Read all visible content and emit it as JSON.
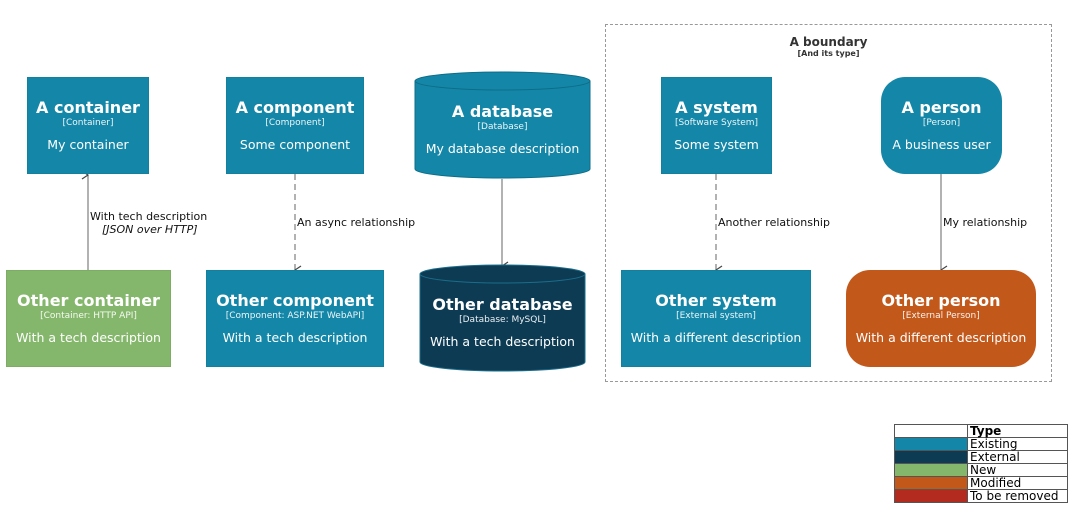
{
  "colors": {
    "existing": "#1487a8",
    "external": "#0d3b54",
    "new": "#84b76b",
    "modified": "#c3581b",
    "to_be_removed": "#b32a1f"
  },
  "nodes": {
    "container": {
      "title": "A container",
      "type": "[Container]",
      "desc": "My container"
    },
    "component": {
      "title": "A component",
      "type": "[Component]",
      "desc": "Some component"
    },
    "database": {
      "title": "A database",
      "type": "[Database]",
      "desc": "My database description"
    },
    "system": {
      "title": "A system",
      "type": "[Software System]",
      "desc": "Some system"
    },
    "person": {
      "title": "A person",
      "type": "[Person]",
      "desc": "A business user"
    },
    "other_container": {
      "title": "Other container",
      "type": "[Container: HTTP API]",
      "desc": "With a tech description"
    },
    "other_component": {
      "title": "Other component",
      "type": "[Component: ASP.NET WebAPI]",
      "desc": "With a tech description"
    },
    "other_database": {
      "title": "Other database",
      "type": "[Database: MySQL]",
      "desc": "With a tech description"
    },
    "other_system": {
      "title": "Other system",
      "type": "[External system]",
      "desc": "With a different description"
    },
    "other_person": {
      "title": "Other person",
      "type": "[External Person]",
      "desc": "With a different description"
    }
  },
  "relationships": {
    "tech": {
      "label": "With tech description",
      "technology": "[JSON over HTTP]"
    },
    "async": {
      "label": "An async relationship"
    },
    "db": {
      "label": ""
    },
    "another": {
      "label": "Another relationship"
    },
    "mine": {
      "label": "My relationship"
    }
  },
  "boundary": {
    "title": "A boundary",
    "type": "[And its type]"
  },
  "legend": {
    "header": "Type",
    "items": [
      {
        "label": "Existing",
        "color": "#1487a8"
      },
      {
        "label": "External",
        "color": "#0d3b54"
      },
      {
        "label": "New",
        "color": "#84b76b"
      },
      {
        "label": "Modified",
        "color": "#c3581b"
      },
      {
        "label": "To be removed",
        "color": "#b32a1f"
      }
    ]
  }
}
